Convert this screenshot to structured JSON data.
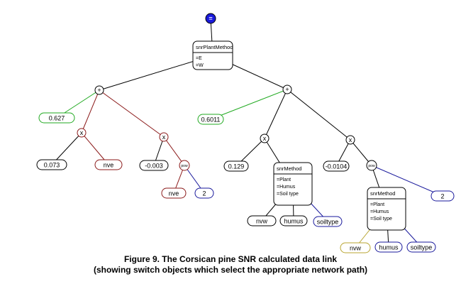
{
  "colors": {
    "black": "#000000",
    "green": "#22aa22",
    "darkred": "#8b1a1a",
    "blue": "#1a1a9c",
    "olive": "#b8a532",
    "root_fill": "#1a1adb"
  },
  "nodes": {
    "root": {
      "label": "="
    },
    "switch_top": {
      "title": "snrPlantMethod",
      "options": [
        "=E",
        "=W"
      ]
    },
    "plus_left": {
      "label": "+"
    },
    "plus_right": {
      "label": "+"
    },
    "c_0627": {
      "label": "0.627"
    },
    "c_06011": {
      "label": "0.6011"
    },
    "mul_l1": {
      "label": "x"
    },
    "mul_l2": {
      "label": "x"
    },
    "mul_r1": {
      "label": "x"
    },
    "mul_r2": {
      "label": "x"
    },
    "c_0073": {
      "label": "0.073"
    },
    "nve_a": {
      "label": "nve"
    },
    "c_m0003": {
      "label": "-0.003"
    },
    "pow_l": {
      "label": "pow"
    },
    "nve_b": {
      "label": "nve"
    },
    "two_a": {
      "label": "2"
    },
    "c_0129": {
      "label": "0.129"
    },
    "switch_mid": {
      "title": "snrMethod",
      "options": [
        "=Plant",
        "=Humus",
        "=Soil type"
      ]
    },
    "nvw_a": {
      "label": "nvw"
    },
    "humus_a": {
      "label": "humus"
    },
    "soil_a": {
      "label": "soiltype"
    },
    "c_m00104": {
      "label": "-0.0104"
    },
    "pow_r": {
      "label": "pow"
    },
    "switch_low": {
      "title": "snrMethod",
      "options": [
        "=Plant",
        "=Humus",
        "=Soil type"
      ]
    },
    "two_b": {
      "label": "2"
    },
    "nvw_b": {
      "label": "nvw"
    },
    "humus_b": {
      "label": "humus"
    },
    "soil_b": {
      "label": "soiltype"
    }
  },
  "caption": {
    "line1": "Figure 9. The Corsican pine SNR calculated data link",
    "line2": "(showing switch objects which select the appropriate network path)"
  }
}
